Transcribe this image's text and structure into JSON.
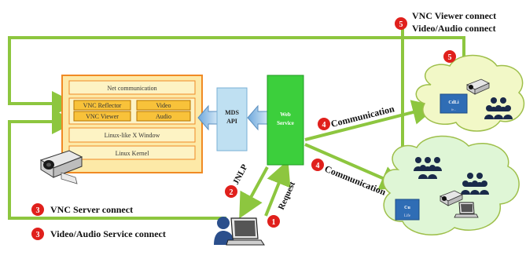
{
  "server_stack": {
    "net_communication": "Net communication",
    "vnc_reflector": "VNC Reflector",
    "vnc_viewer": "VNC Viewer",
    "video": "Video",
    "audio": "Audio",
    "linux_x_window": "Linux-like X Window",
    "linux_kernel": "Linux Kernel"
  },
  "mds_api": {
    "line1": "MDS",
    "line2": "API"
  },
  "web_service": {
    "line1": "Web",
    "line2": "Service"
  },
  "edges": {
    "jnlp": "JNLP",
    "request": "Request",
    "communication_top": "Communication",
    "communication_bottom": "Communication",
    "vnc_viewer_connect": "VNC Viewer connect",
    "video_audio_connect": "Video/Audio connect",
    "vnc_server_connect": "VNC Server connect",
    "video_audio_service_connect": "Video/Audio Service connect"
  },
  "steps": {
    "s1": "1",
    "s2": "2",
    "s3a": "3",
    "s3b": "3",
    "s4a": "4",
    "s4b": "4",
    "s5a": "5",
    "s5b": "5"
  },
  "clouds": {
    "top_screen_line1": "CdLi",
    "top_screen_line2": "fe...",
    "bottom_screen_line1": "Cu",
    "bottom_screen_line2": "Life"
  },
  "colors": {
    "arrow_green": "#8dc63f",
    "api_blue": "#a9cfe8",
    "stack_fill": "#fdf3c4",
    "stack_border": "#f08a24",
    "web_service_green": "#35c93a",
    "badge_red": "#e0201c",
    "cloud_fill": "#f2f8c7"
  }
}
